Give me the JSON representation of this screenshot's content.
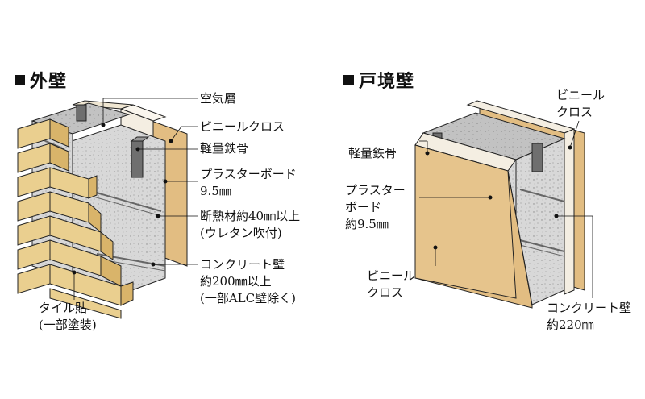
{
  "exterior": {
    "title": "外壁",
    "labels": {
      "air_layer": "空気層",
      "vinyl_cloth": "ビニールクロス",
      "steel_frame": "軽量鉄骨",
      "plaster_board": "プラスターボード",
      "plaster_board_size": "9.5㎜",
      "insulation": "断熱材約40㎜以上",
      "insulation_note": "(ウレタン吹付)",
      "concrete": "コンクリート壁",
      "concrete_size": "約200㎜以上",
      "concrete_note": "(一部ALC壁除く)",
      "tile": "タイル貼",
      "tile_note": "(一部塗装)"
    }
  },
  "party_wall": {
    "title": "戸境壁",
    "labels": {
      "vinyl_cloth_top_1": "ビニール",
      "vinyl_cloth_top_2": "クロス",
      "steel_frame": "軽量鉄骨",
      "plaster_board_1": "プラスター",
      "plaster_board_2": "ボード",
      "plaster_board_size": "約9.5㎜",
      "vinyl_cloth_bottom_1": "ビニール",
      "vinyl_cloth_bottom_2": "クロス",
      "concrete": "コンクリート壁",
      "concrete_size": "約220㎜"
    }
  },
  "colors": {
    "tile": "#eacf8f",
    "tile_side": "#d9b46a",
    "concrete": "#d8d8d8",
    "concrete_top": "#c4c4c4",
    "board": "#f4eee2",
    "cloth": "#e2bd82",
    "steel": "#6f6f6f",
    "outline": "#222222"
  }
}
